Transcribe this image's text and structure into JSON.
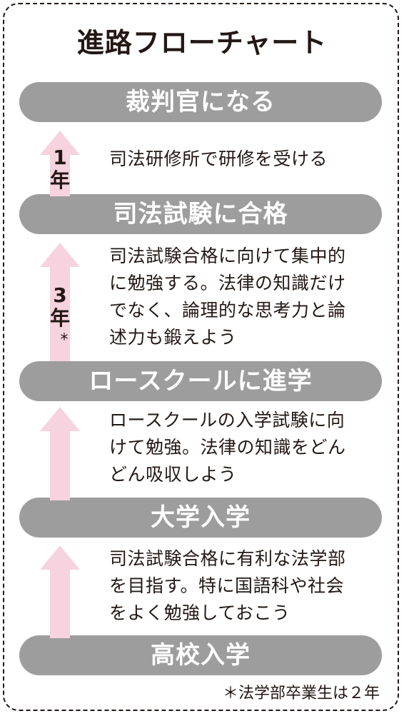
{
  "title": "進路フローチャート",
  "stages": [
    "裁判官になる",
    "司法試験に合格",
    "ロースクールに進学",
    "大学入学",
    "高校入学"
  ],
  "arrows": [
    {
      "label_number": "1",
      "label_unit": "年",
      "note_mark": ""
    },
    {
      "label_number": "3",
      "label_unit": "年",
      "note_mark": "*"
    },
    {
      "label_number": "",
      "label_unit": "",
      "note_mark": ""
    },
    {
      "label_number": "",
      "label_unit": "",
      "note_mark": ""
    }
  ],
  "descriptions": [
    "司法研修所で研修を受ける",
    "司法試験合格に向けて集中的\nに勉強する。法律の知識だけ\nでなく、論理的な思考力と論\n述力も鍛えよう",
    "ロースクールの入学試験に向\nけて勉強。法律の知識をどん\nどん吸収しよう",
    "司法試験合格に有利な法学部\nを目指す。特に国語科や社会\nをよく勉強しておこう"
  ],
  "footnote": "＊法学部卒業生は２年",
  "colors": {
    "stage_bg": "#9d9d9d",
    "arrow": "#f6d3de",
    "text": "#231815"
  }
}
